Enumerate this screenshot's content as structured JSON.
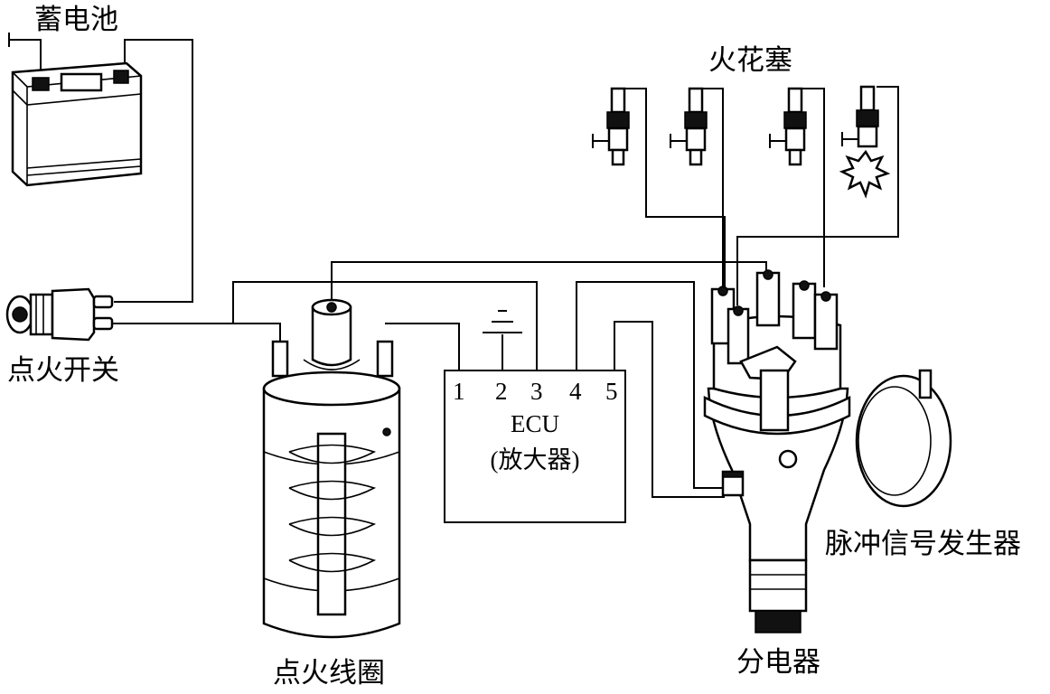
{
  "labels": {
    "battery": "蓄电池",
    "ignition_switch": "点火开关",
    "ignition_coil": "点火线圈",
    "spark_plugs": "火花塞",
    "pulse_generator": "脉冲信号发生器",
    "distributor": "分电器"
  },
  "ecu": {
    "title": "ECU",
    "subtitle": "(放大器)",
    "pins": [
      "1",
      "2",
      "3",
      "4",
      "5"
    ]
  }
}
